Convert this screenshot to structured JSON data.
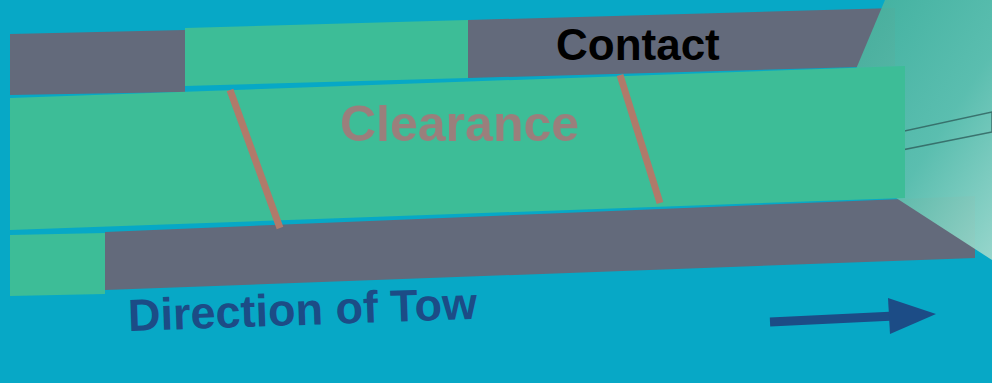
{
  "diagram": {
    "nodes": [
      {
        "text": [
          "Clearance"
        ]
      }
    ],
    "labels": [
      "Contact",
      "Direction of Tow"
    ]
  }
}
